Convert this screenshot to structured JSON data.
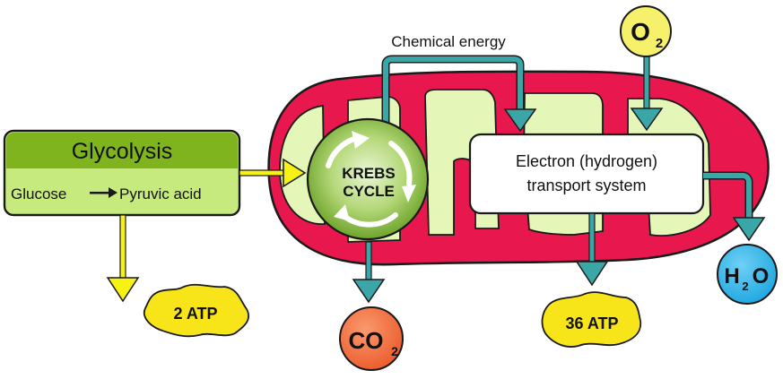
{
  "title": "Cellular respiration overview",
  "glycolysis": {
    "title": "Glycolysis",
    "reaction_from": "Glucose",
    "reaction_to": "Pyruvic acid",
    "arrow_symbol": "→"
  },
  "krebs": {
    "line1": "KREBS",
    "line2": "CYCLE"
  },
  "ets": {
    "line1": "Electron (hydrogen)",
    "line2": "transport system"
  },
  "chemical_energy_label": "Chemical energy",
  "inputs": {
    "oxygen": {
      "symbol": "O",
      "subscript": "2"
    }
  },
  "outputs": {
    "glycolysis_atp": "2 ATP",
    "ets_atp": "36 ATP",
    "co2": {
      "symbol": "CO",
      "subscript": "2"
    },
    "h2o": {
      "pre": "H",
      "subscript": "2",
      "post": "O"
    }
  },
  "colors": {
    "membrane": "#e8174d",
    "matrix": "#e4f7b8",
    "glycolysis_header": "#7fb41e",
    "glycolysis_body": "#c6ea7e",
    "krebs": "#7db43a",
    "teal_arrow": "#3aa6a8",
    "yellow_arrow": "#f5f214",
    "atp": "#f7e51a",
    "co2": "#f26a3c",
    "h2o": "#29b3ea",
    "o2": "#f7f06a"
  }
}
